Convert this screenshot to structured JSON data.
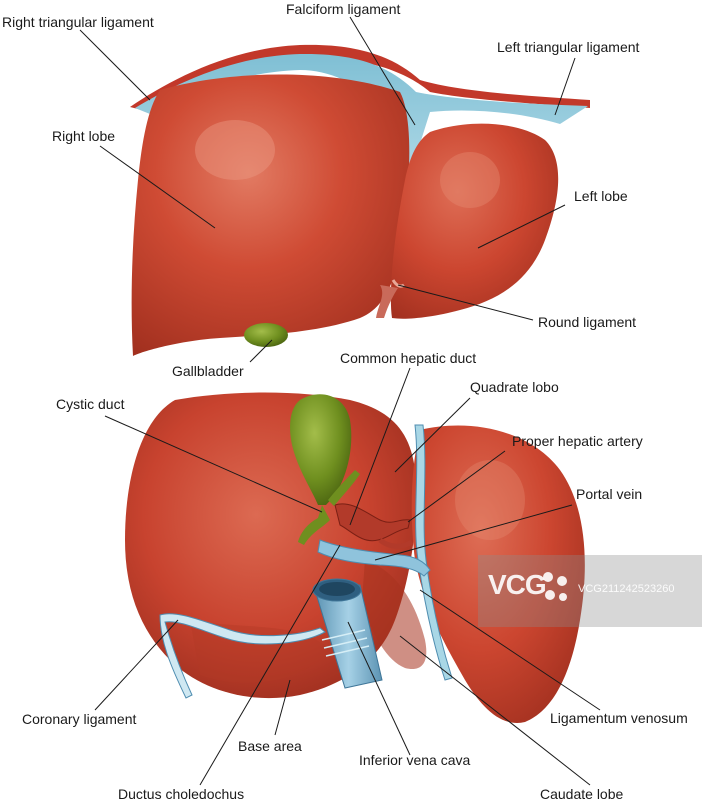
{
  "labels": {
    "right_triangular_ligament": "Right triangular ligament",
    "falciform_ligament": "Falciform ligament",
    "left_triangular_ligament": "Left triangular ligament",
    "right_lobe": "Right lobe",
    "left_lobe": "Left lobe",
    "round_ligament": "Round ligament",
    "gallbladder": "Gallbladder",
    "common_hepatic_duct": "Common hepatic duct",
    "cystic_duct": "Cystic duct",
    "quadrate_lobo": "Quadrate lobo",
    "proper_hepatic_artery": "Proper hepatic artery",
    "portal_vein": "Portal vein",
    "coronary_ligament": "Coronary ligament",
    "ligamentum_venosum": "Ligamentum venosum",
    "base_area": "Base area",
    "inferior_vena_cava": "Inferior vena cava",
    "ductus_choledochus": "Ductus choledochus",
    "caudate_lobe": "Caudate lobe"
  },
  "watermark": {
    "logo_text": "VCG",
    "image_id": "VCG211242523260"
  },
  "colors": {
    "liver": "#c8432f",
    "liver_highlight": "#e0735c",
    "liver_shadow": "#8f2a1c",
    "ligament": "#a9d7e6",
    "gallbladder": "#6f8f1f",
    "vein": "#8fc3dc",
    "artery": "#b23a2a",
    "leader": "#1a1a1a"
  }
}
